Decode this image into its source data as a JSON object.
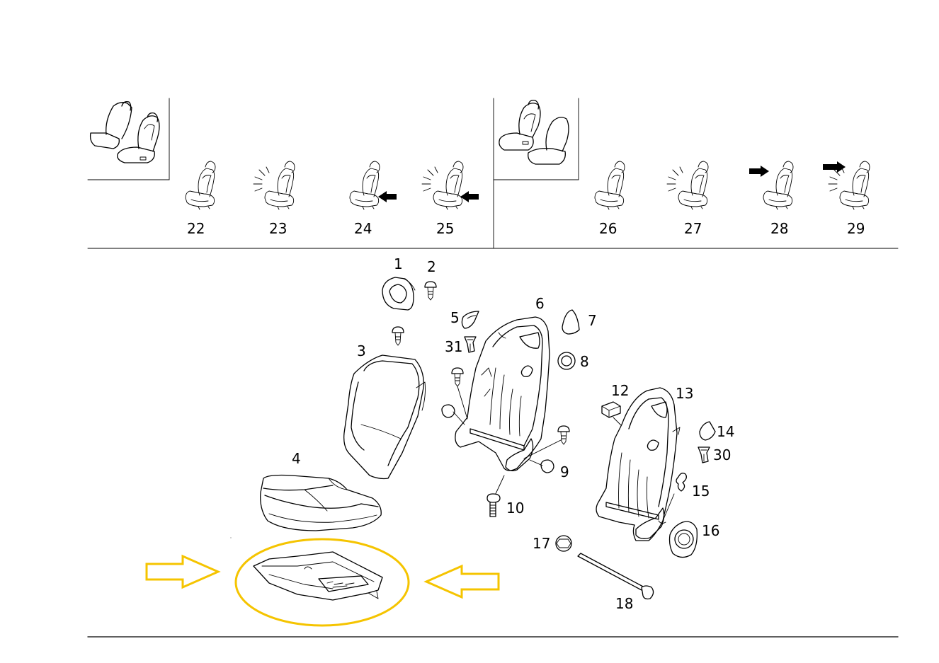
{
  "variant_codes": [
    "22",
    "23",
    "24",
    "25",
    "26",
    "27",
    "28",
    "29"
  ],
  "parts": [
    {
      "number": "1"
    },
    {
      "number": "2"
    },
    {
      "number": "3"
    },
    {
      "number": "4"
    },
    {
      "number": "5"
    },
    {
      "number": "6"
    },
    {
      "number": "7"
    },
    {
      "number": "8"
    },
    {
      "number": "9"
    },
    {
      "number": "10"
    },
    {
      "number": "12"
    },
    {
      "number": "13"
    },
    {
      "number": "14"
    },
    {
      "number": "15"
    },
    {
      "number": "16"
    },
    {
      "number": "17"
    },
    {
      "number": "18"
    },
    {
      "number": "30"
    },
    {
      "number": "31"
    }
  ],
  "highlight_color": "#f5c400",
  "highlighted_part": "seat-base-tray"
}
